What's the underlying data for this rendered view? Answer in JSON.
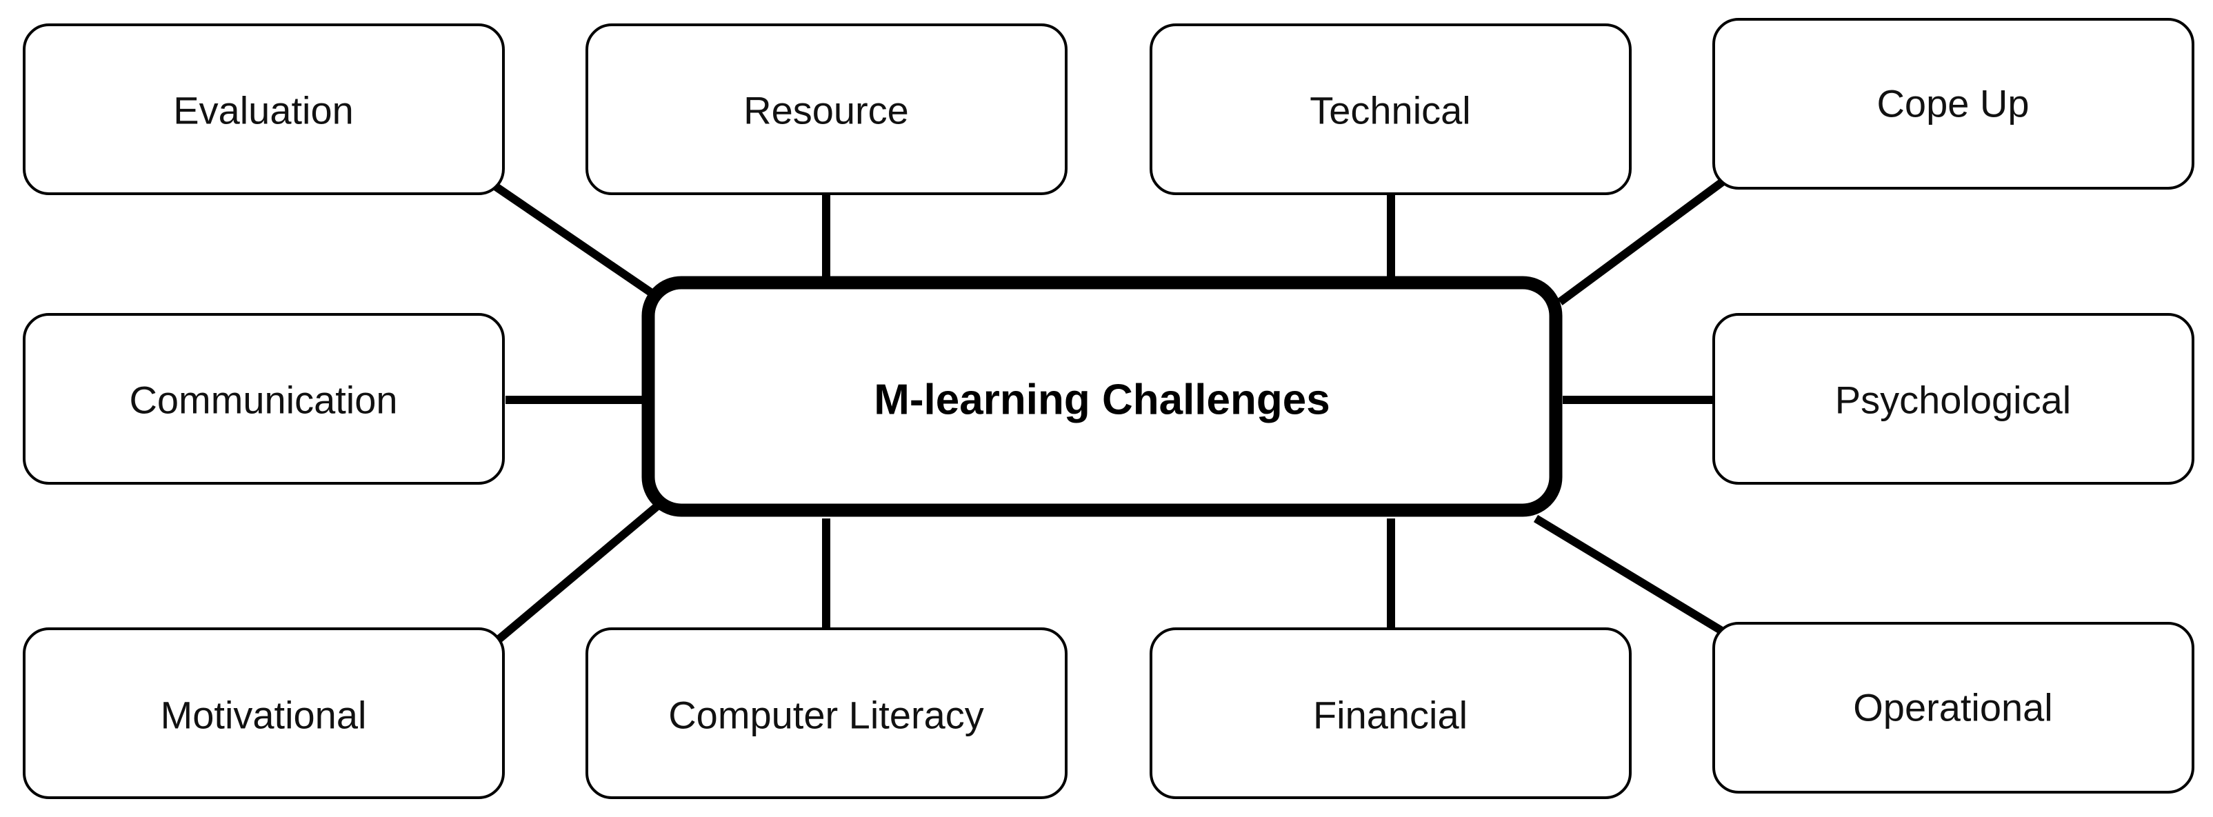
{
  "center": {
    "label": "M-learning Challenges"
  },
  "nodes": [
    {
      "id": "evaluation",
      "label": "Evaluation"
    },
    {
      "id": "resource",
      "label": "Resource"
    },
    {
      "id": "technical",
      "label": "Technical"
    },
    {
      "id": "cope-up",
      "label": "Cope Up"
    },
    {
      "id": "communication",
      "label": "Communication"
    },
    {
      "id": "psychological",
      "label": "Psychological"
    },
    {
      "id": "motivational",
      "label": "Motivational"
    },
    {
      "id": "computer-literacy",
      "label": "Computer Literacy"
    },
    {
      "id": "financial",
      "label": "Financial"
    },
    {
      "id": "operational",
      "label": "Operational"
    }
  ],
  "colors": {
    "stroke": "#000000",
    "fill": "#ffffff",
    "text": "#111111"
  }
}
